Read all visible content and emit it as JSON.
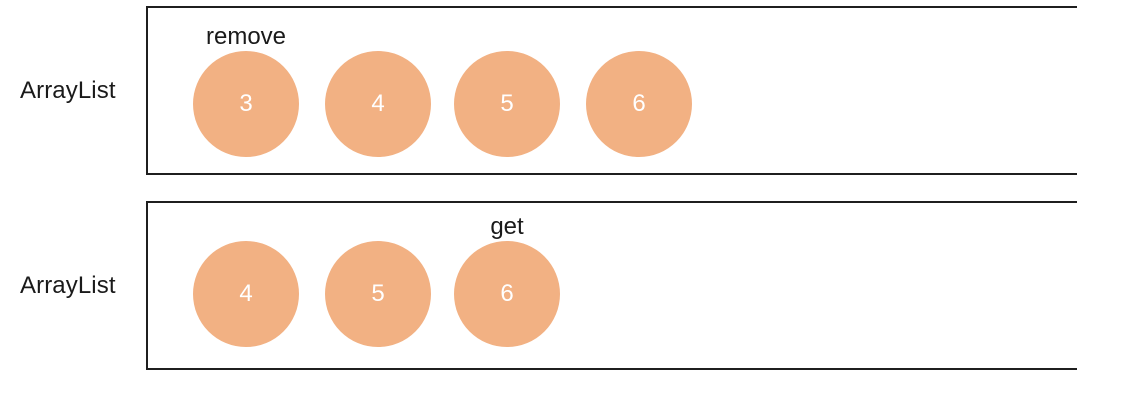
{
  "colors": {
    "bubble_fill": "#f2b183",
    "bubble_text": "#ffffff",
    "box_border": "#1f1f1f",
    "background": "#ffffff",
    "text": "#1a1a1a"
  },
  "rows": [
    {
      "label": "ArrayList",
      "items": [
        {
          "value": "3",
          "annotation": "remove"
        },
        {
          "value": "4",
          "annotation": ""
        },
        {
          "value": "5",
          "annotation": ""
        },
        {
          "value": "6",
          "annotation": ""
        }
      ]
    },
    {
      "label": "ArrayList",
      "items": [
        {
          "value": "4",
          "annotation": ""
        },
        {
          "value": "5",
          "annotation": ""
        },
        {
          "value": "6",
          "annotation": "get"
        }
      ]
    }
  ]
}
